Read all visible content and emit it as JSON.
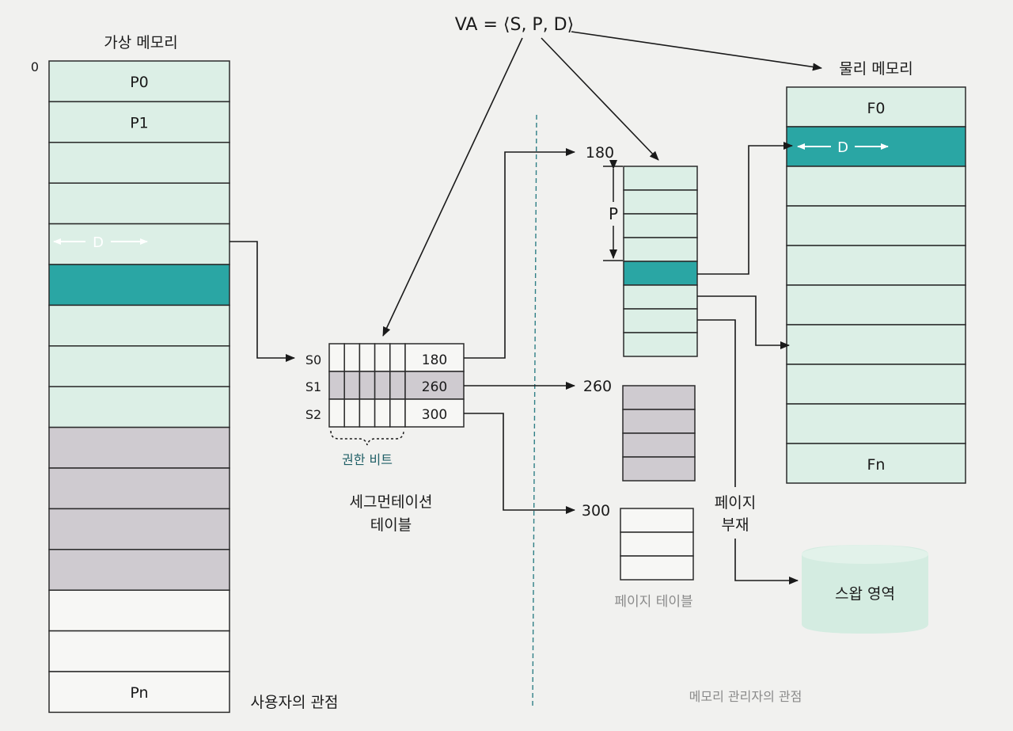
{
  "va_label": "VA = ⟨S, P, D⟩",
  "virtual_memory": {
    "title": "가상 메모리",
    "origin_label": "0",
    "pages": [
      "P0",
      "P1",
      "",
      "",
      "",
      "",
      "",
      "",
      "",
      "",
      "",
      "",
      "",
      "",
      "",
      "Pn"
    ],
    "offset_label": "D"
  },
  "segment_table": {
    "rows": [
      {
        "label": "S0",
        "base": "180"
      },
      {
        "label": "S1",
        "base": "260"
      },
      {
        "label": "S2",
        "base": "300"
      }
    ],
    "permission_bits_label": "권한 비트",
    "caption_line1": "세그먼테이션",
    "caption_line2": "테이블"
  },
  "page_tables": {
    "pt180_label": "180",
    "pt260_label": "260",
    "pt300_label": "300",
    "p_label": "P",
    "caption": "페이지 테이블"
  },
  "physical_memory": {
    "title": "물리 메모리",
    "frames": [
      "F0",
      "",
      "",
      "",
      "",
      "",
      "",
      "",
      "",
      "Fn"
    ],
    "offset_label": "D"
  },
  "page_fault": {
    "line1": "페이지",
    "line2": "부재"
  },
  "swap": {
    "label": "스왑 영역"
  },
  "footer": {
    "user_view": "사용자의 관점",
    "manager_view": "메모리 관리자의 관점"
  },
  "colors": {
    "teal": "#2aa6a4",
    "light_green": "#dcefe6",
    "gray": "#cfcbd0",
    "white": "#f7f7f5"
  }
}
